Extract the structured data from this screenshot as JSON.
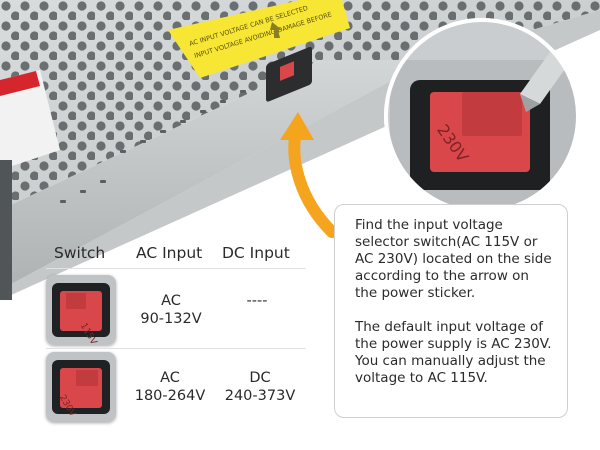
{
  "sticker": {
    "line1": "AC INPUT VOLTAGE CAN BE SELECTED",
    "line2": "INPUT VOLTAGE AVOIDING DAMAGE BEFORE"
  },
  "zoom_switch_label": "230V",
  "info": {
    "paragraph1": "Find the input voltage selector switch(AC 115V or AC 230V) located on the side according to the arrow on the power sticker.",
    "paragraph2": "The default input voltage of the power supply is AC 230V. You can manually adjust the voltage to AC 115V."
  },
  "table": {
    "headers": [
      "Switch",
      "AC Input",
      "DC Input"
    ],
    "rows": [
      {
        "switch_label": "115V",
        "ac_line1": "AC",
        "ac_line2": "90-132V",
        "dc_line1": "----",
        "dc_line2": ""
      },
      {
        "switch_label": "230V",
        "ac_line1": "AC",
        "ac_line2": "180-264V",
        "dc_line1": "DC",
        "dc_line2": "240-373V"
      }
    ]
  },
  "colors": {
    "arrow": "#f5a41e",
    "switch_red": "#d9474a",
    "sticker_yellow": "#f8e634",
    "label_red": "#d6262d"
  }
}
